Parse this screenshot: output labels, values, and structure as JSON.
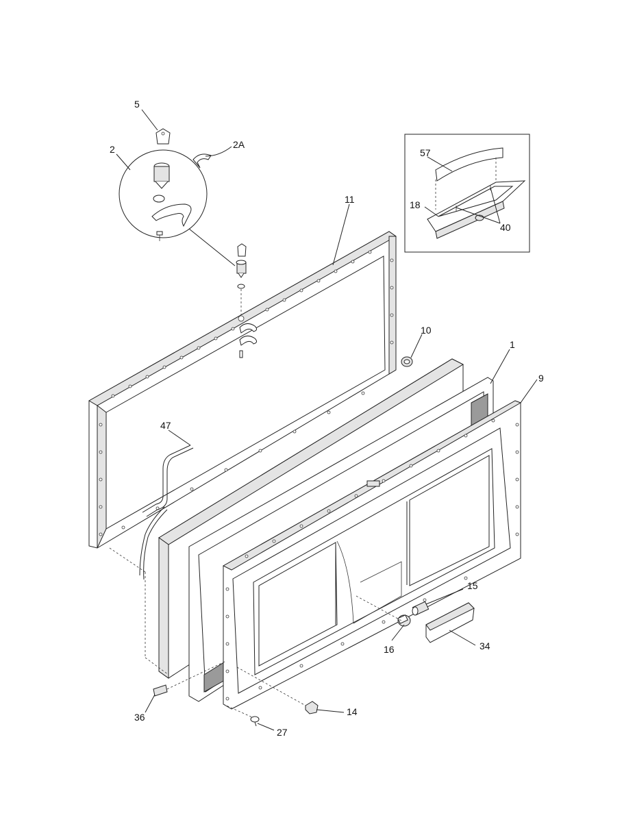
{
  "diagram": {
    "callouts": {
      "c5": "5",
      "c2": "2",
      "c2A": "2A",
      "c11": "11",
      "c57": "57",
      "c18": "18",
      "c40": "40",
      "c10": "10",
      "c1": "1",
      "c9": "9",
      "c47": "47",
      "c15": "15",
      "c16": "16",
      "c34": "34",
      "c36": "36",
      "c14": "14",
      "c27": "27"
    }
  }
}
